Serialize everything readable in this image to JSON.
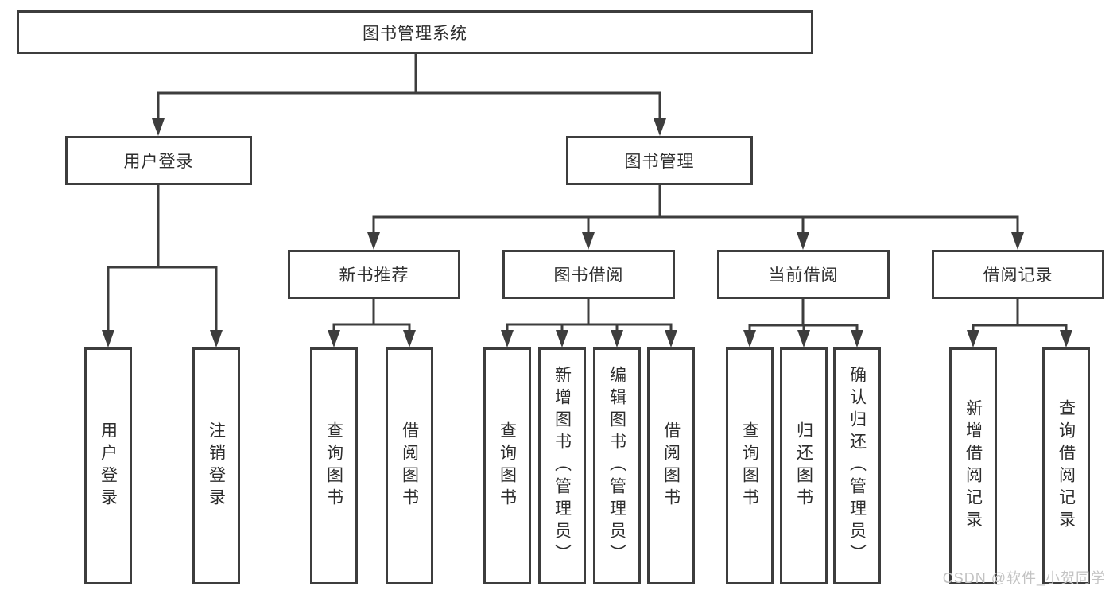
{
  "nodes": {
    "root": "图书管理系统",
    "user_login": "用户登录",
    "book_management": "图书管理",
    "new_book_recommend": "新书推荐",
    "book_borrow": "图书借阅",
    "current_borrow": "当前借阅",
    "borrow_records": "借阅记录"
  },
  "leaves": {
    "user_login": "用户登录",
    "logout_login": "注销登录",
    "recommend_query_book": "查询图书",
    "recommend_borrow_book": "借阅图书",
    "borrow_query_book": "查询图书",
    "borrow_add_book_admin": "新增图书（管理员）",
    "borrow_edit_book_admin": "编辑图书（管理员）",
    "borrow_borrow_book": "借阅图书",
    "current_query_book": "查询图书",
    "current_return_book": "归还图书",
    "current_confirm_return_admin": "确认归还（管理员）",
    "records_add_borrow_record": "新增借阅记录",
    "records_query_borrow_record": "查询借阅记录"
  },
  "watermark": "CSDN @软件_小贺同学",
  "colors": {
    "line": "#3d3d3d",
    "text": "#2d2d2d",
    "background": "#ffffff",
    "watermark": "#c3c3c3"
  }
}
